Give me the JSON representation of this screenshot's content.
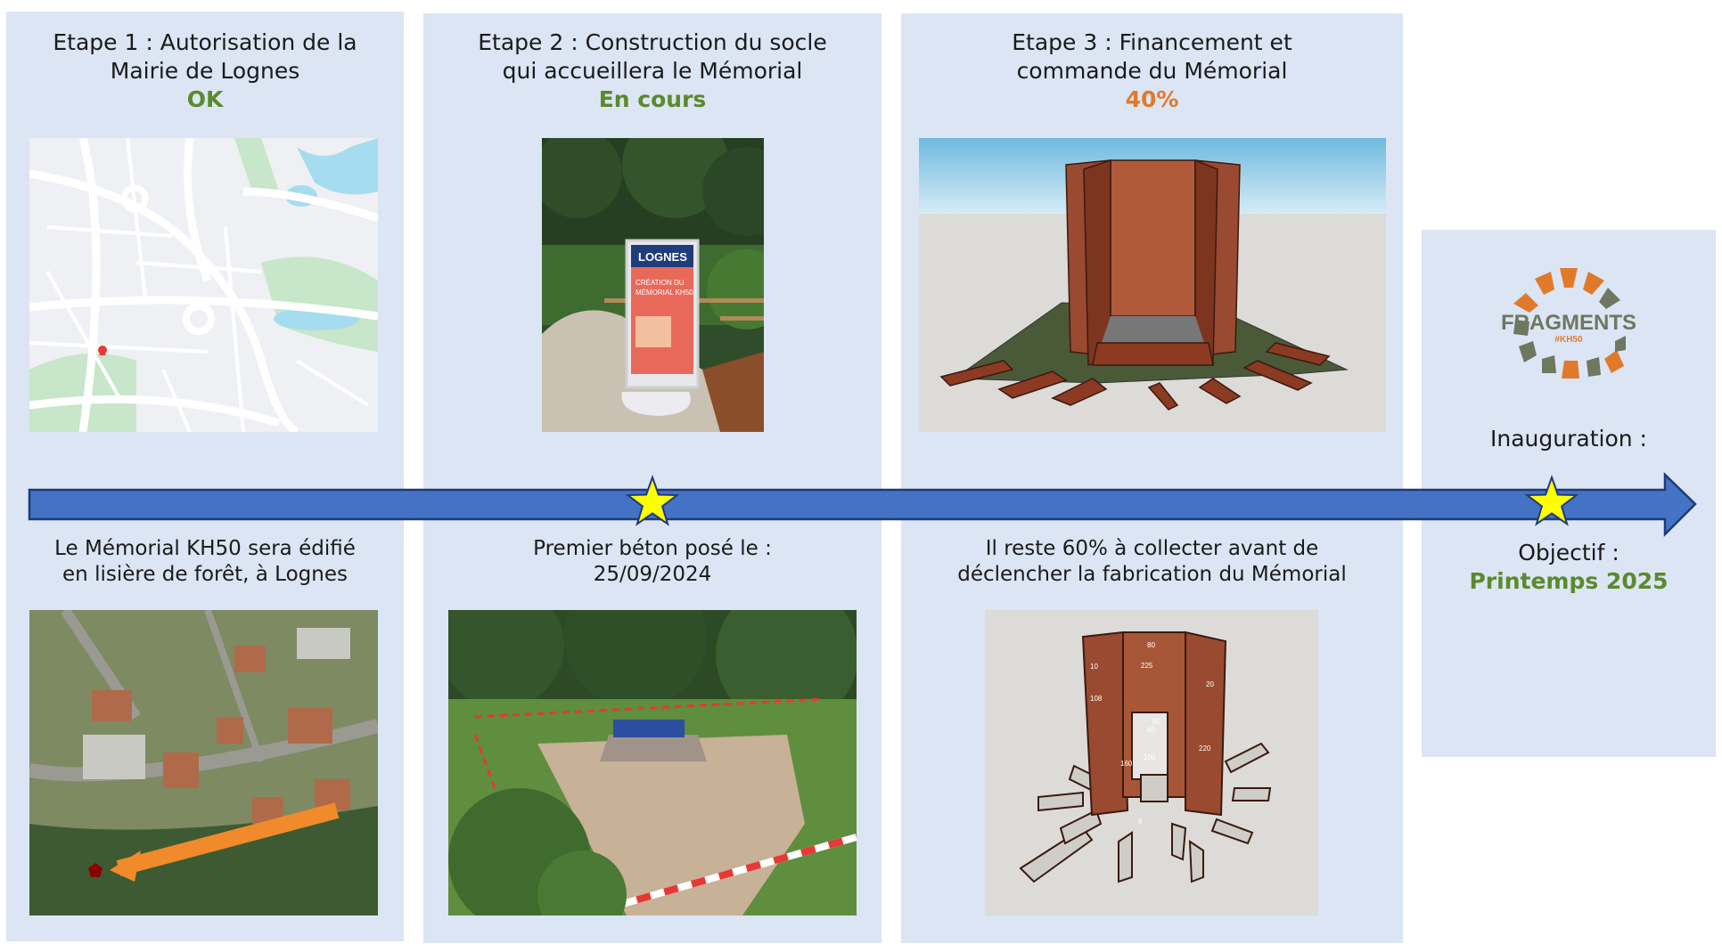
{
  "step1": {
    "title_line1": "Etape 1 :  Autorisation de la",
    "title_line2": "Mairie de Lognes",
    "status": "OK",
    "caption_line1": "Le Mémorial KH50 sera édifié",
    "caption_line2": "en lisière de forêt, à Lognes"
  },
  "step2": {
    "title_line1": "Etape 2 :  Construction du socle",
    "title_line2": "qui accueillera le Mémorial",
    "status": "En cours",
    "caption_line1": "Premier béton posé le :",
    "caption_line2": "25/09/2024",
    "sign_title": "LOGNES",
    "sign_line1": "CRÉATION DU",
    "sign_line2": "MÉMORIAL KH50"
  },
  "step3": {
    "title_line1": "Etape 3 :  Financement et",
    "title_line2": "commande du Mémorial",
    "status": "40%",
    "caption_line1": "Il reste 60% à collecter avant de",
    "caption_line2": "déclencher la fabrication du Mémorial",
    "dims": [
      "80",
      "225",
      "10",
      "20",
      "108",
      "60",
      "60",
      "100",
      "160",
      "220",
      "8"
    ]
  },
  "inauguration": {
    "label": "Inauguration :",
    "objective_label": "Objectif :",
    "objective_value": "Printemps 2025"
  },
  "logo": {
    "word": "FRAGMENTS",
    "tag": "#KH50"
  },
  "colors": {
    "panel": "#dbe5f4",
    "arrow": "#4472c4",
    "star": "#ffff00",
    "ok_green": "#5a8a2c",
    "progress_orange": "#e07a2a"
  }
}
